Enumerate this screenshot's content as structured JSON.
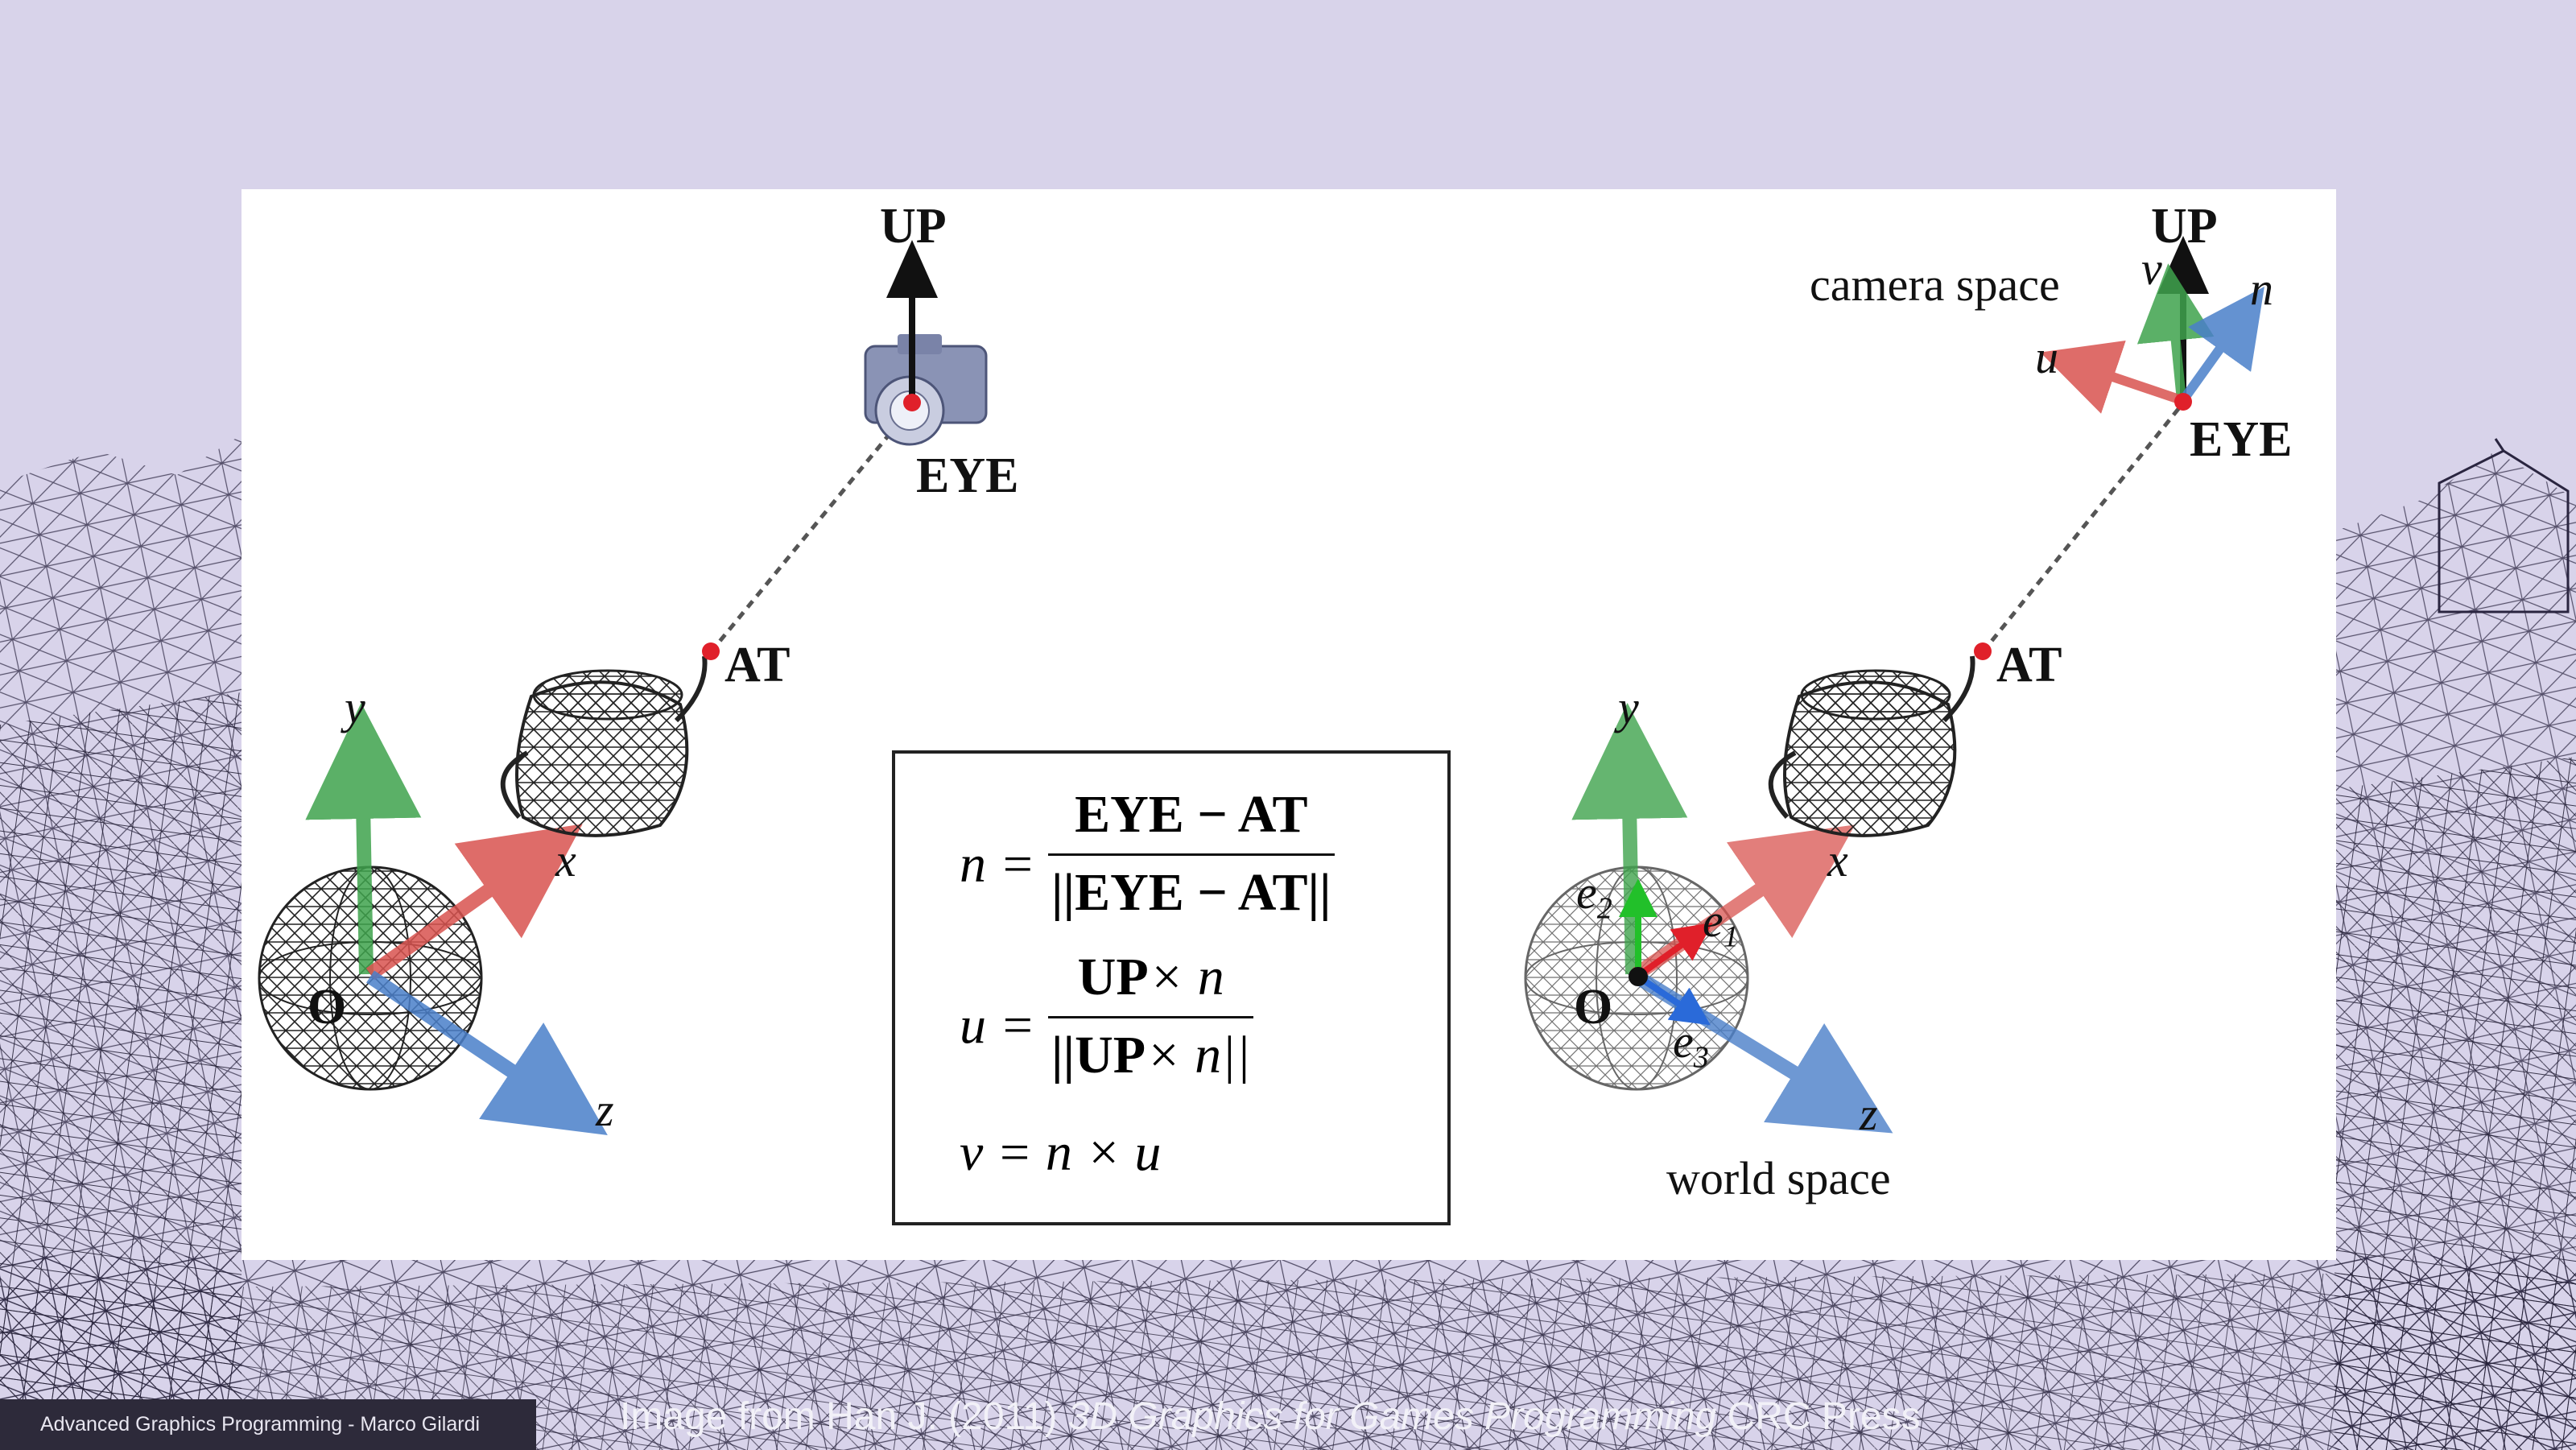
{
  "diagram": {
    "left": {
      "up_label": "UP",
      "eye_label": "EYE",
      "at_label": "AT",
      "origin_label": "O",
      "axis_x": "x",
      "axis_y": "y",
      "axis_z": "z"
    },
    "right": {
      "up_label": "UP",
      "eye_label": "EYE",
      "at_label": "AT",
      "origin_label": "O",
      "camera_space_label": "camera space",
      "world_space_label": "world space",
      "cam_u": "u",
      "cam_v": "v",
      "cam_n": "n",
      "axis_x": "x",
      "axis_y": "y",
      "axis_z": "z",
      "basis_e1": "e",
      "basis_e1_sub": "1",
      "basis_e2": "e",
      "basis_e2_sub": "2",
      "basis_e3": "e",
      "basis_e3_sub": "3"
    },
    "formulas": {
      "n_lhs": "n =",
      "n_num": "EYE − AT",
      "n_den": "||EYE − AT||",
      "u_lhs": "u =",
      "u_num_bold": "UP",
      "u_num_rest": "× n",
      "u_den_bold": "||UP",
      "u_den_rest": "× n||",
      "v_eq": "v = n × u"
    },
    "colors": {
      "x_axis": "#d9534f",
      "y_axis": "#3fa34d",
      "z_axis": "#4a7fc9",
      "point": "#e0202a",
      "black": "#111111"
    }
  },
  "footer": {
    "course": "Advanced Graphics Programming - Marco Gilardi",
    "caption_pre": "Image from Han J. (2011) ",
    "caption_title": "3D Graphics for Games Programming",
    "caption_post": " CRC Press"
  }
}
